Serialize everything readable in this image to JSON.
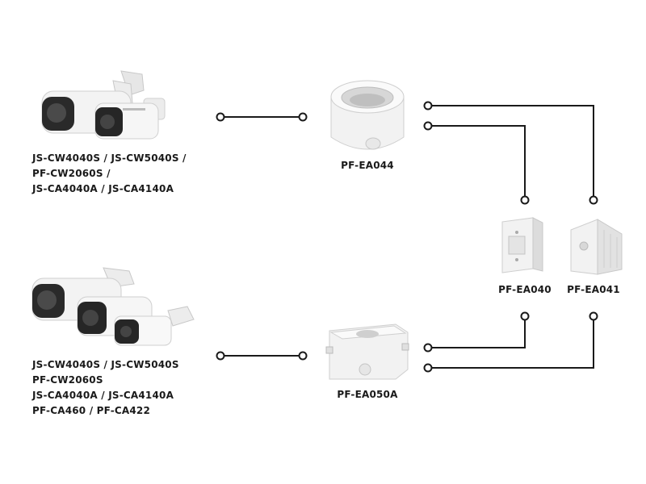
{
  "groups": [
    {
      "cameras_label_lines": [
        "JS-CW4040S / JS-CW5040S /",
        "PF-CW2060S /",
        "JS-CA4040A / JS-CA4140A"
      ],
      "junction_box": "PF-EA044"
    },
    {
      "cameras_label_lines": [
        "JS-CW4040S / JS-CW5040S",
        "PF-CW2060S",
        "JS-CA4040A / JS-CA4140A",
        "PF-CA460 / PF-CA422"
      ],
      "junction_box": "PF-EA050A"
    }
  ],
  "mounts": [
    {
      "name": "PF-EA040"
    },
    {
      "name": "PF-EA041"
    }
  ],
  "colors": {
    "line": "#1a1a1a",
    "product_body": "#f2f2f2",
    "product_shade": "#cfcfcf",
    "lens": "#222222"
  }
}
